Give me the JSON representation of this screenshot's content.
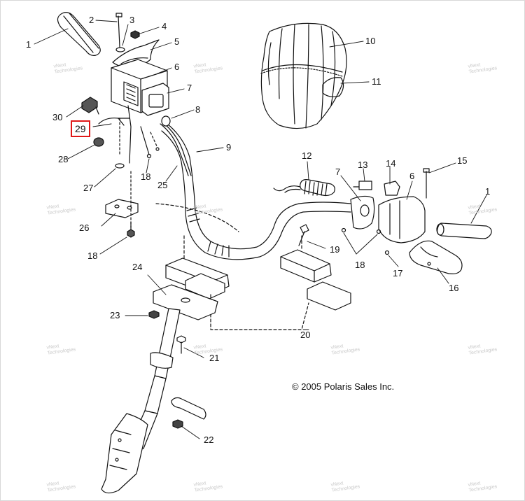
{
  "diagram": {
    "copyright": "© 2005 Polaris Sales Inc.",
    "highlight_color": "#e01818",
    "watermark": {
      "line1": "vNext",
      "line2": "Technologies"
    },
    "callouts": [
      {
        "id": "1a",
        "label": "1"
      },
      {
        "id": "2",
        "label": "2"
      },
      {
        "id": "3",
        "label": "3"
      },
      {
        "id": "4",
        "label": "4"
      },
      {
        "id": "5",
        "label": "5"
      },
      {
        "id": "6a",
        "label": "6"
      },
      {
        "id": "7a",
        "label": "7"
      },
      {
        "id": "8",
        "label": "8"
      },
      {
        "id": "9",
        "label": "9"
      },
      {
        "id": "10",
        "label": "10"
      },
      {
        "id": "11",
        "label": "11"
      },
      {
        "id": "12",
        "label": "12"
      },
      {
        "id": "13",
        "label": "13"
      },
      {
        "id": "14",
        "label": "14"
      },
      {
        "id": "15",
        "label": "15"
      },
      {
        "id": "6b",
        "label": "6"
      },
      {
        "id": "7b",
        "label": "7"
      },
      {
        "id": "1b",
        "label": "1"
      },
      {
        "id": "29",
        "label": "29",
        "highlighted": true
      },
      {
        "id": "30",
        "label": "30"
      },
      {
        "id": "28",
        "label": "28"
      },
      {
        "id": "18a",
        "label": "18"
      },
      {
        "id": "27",
        "label": "27"
      },
      {
        "id": "25",
        "label": "25"
      },
      {
        "id": "26",
        "label": "26"
      },
      {
        "id": "18b",
        "label": "18"
      },
      {
        "id": "19",
        "label": "19"
      },
      {
        "id": "18c",
        "label": "18"
      },
      {
        "id": "17",
        "label": "17"
      },
      {
        "id": "16",
        "label": "16"
      },
      {
        "id": "24",
        "label": "24"
      },
      {
        "id": "23",
        "label": "23"
      },
      {
        "id": "20",
        "label": "20"
      },
      {
        "id": "21",
        "label": "21"
      },
      {
        "id": "22",
        "label": "22"
      }
    ]
  }
}
